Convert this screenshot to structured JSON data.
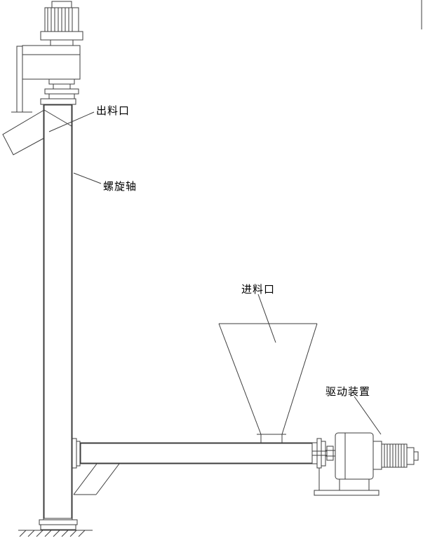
{
  "diagram": {
    "labels": {
      "discharge_outlet": "出料口",
      "spiral_shaft": "螺旋轴",
      "feed_inlet": "进料口",
      "drive_device": "驱动装置"
    },
    "colors": {
      "line": "#3d3d3d",
      "background": "#ffffff"
    }
  }
}
